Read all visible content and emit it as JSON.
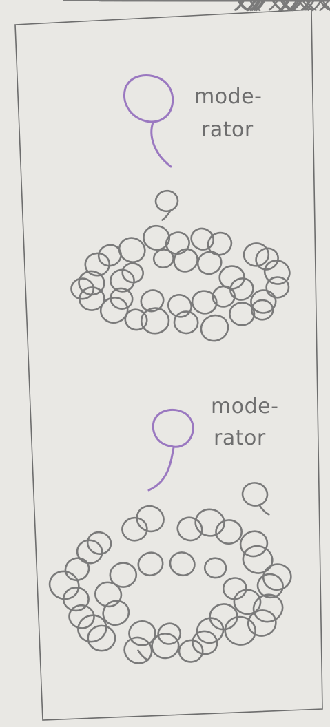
{
  "moderators": [
    {
      "label_line1": "mode-",
      "label_line2": "rator"
    },
    {
      "label_line1": "mode-",
      "label_line2": "rator"
    }
  ],
  "colors": {
    "paper": "#e9e8e4",
    "pencil": "#7a7a7a",
    "moderator_purple": "#9a78c0"
  },
  "icons": [
    "moderator-head-icon",
    "participant-head-icon"
  ]
}
